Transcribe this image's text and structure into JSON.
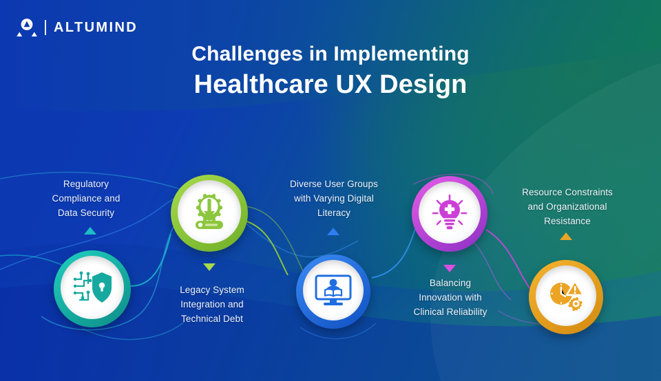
{
  "brand": {
    "name": "ALTUMIND",
    "logo_icon": "altumind-triangle-logo"
  },
  "header": {
    "title_line1": "Challenges in Implementing",
    "title_line2": "Healthcare UX Design"
  },
  "palette": {
    "bg_blue": "#0b37b0",
    "bg_green": "#117a52",
    "teal": "#17a9a0",
    "green": "#8cc63f",
    "blue": "#1f6fe0",
    "magenta": "#cc3fd6",
    "orange": "#eca424",
    "label_text": "#eef3fb"
  },
  "steps": [
    {
      "id": "regulatory-compliance",
      "label": "Regulatory\nCompliance and\nData Security",
      "label_lines": [
        "Regulatory",
        "Compliance and",
        "Data Security"
      ],
      "icon": "shield-lock-circuit-icon",
      "color": "#17a9a0",
      "marker": "triangle-up",
      "marker_color": "#1bbfc4",
      "position": "below"
    },
    {
      "id": "legacy-system-integration",
      "label": "Legacy System\nIntegration and\nTechnical Debt",
      "label_lines": [
        "Legacy System",
        "Integration and",
        "Technical Debt"
      ],
      "icon": "gear-download-progress-icon",
      "color": "#8cc63f",
      "marker": "triangle-down",
      "marker_color": "#a8d94a",
      "position": "above"
    },
    {
      "id": "diverse-user-groups",
      "label": "Diverse User Groups\nwith Varying Digital\nLiteracy",
      "label_lines": [
        "Diverse User Groups",
        "with Varying Digital",
        "Literacy"
      ],
      "icon": "monitor-person-reading-icon",
      "color": "#1f6fe0",
      "marker": "triangle-up",
      "marker_color": "#2e7df0",
      "position": "below"
    },
    {
      "id": "balancing-innovation",
      "label": "Balancing\nInnovation with\nClinical Reliability",
      "label_lines": [
        "Balancing",
        "Innovation with",
        "Clinical Reliability"
      ],
      "icon": "lightbulb-medical-cross-icon",
      "color": "#cc3fd6",
      "marker": "triangle-down",
      "marker_color": "#d94fe0",
      "position": "above"
    },
    {
      "id": "resource-constraints",
      "label": "Resource Constraints\nand Organizational\nResistance",
      "label_lines": [
        "Resource Constraints",
        "and Organizational",
        "Resistance"
      ],
      "icon": "clock-warning-gear-icon",
      "color": "#eca424",
      "marker": "triangle-up",
      "marker_color": "#eca424",
      "position": "below"
    }
  ]
}
